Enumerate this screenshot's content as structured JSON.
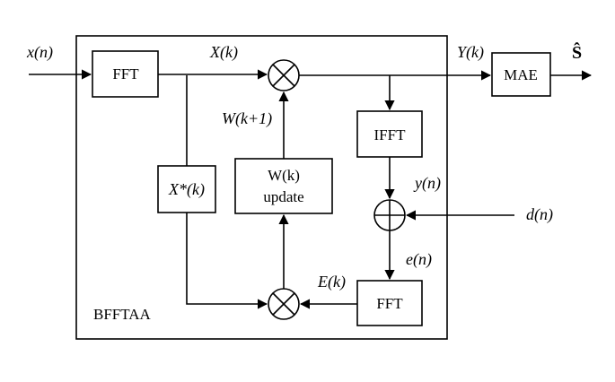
{
  "diagram": {
    "system_label": "BFFTAA",
    "blocks": {
      "fft_in": "FFT",
      "ifft": "IFFT",
      "fft_err": "FFT",
      "mae": "MAE",
      "wk_line1": "W(k)",
      "wk_line2": "update"
    },
    "signals": {
      "x_n": "x(n)",
      "X_k": "X(k)",
      "Y_k": "Y(k)",
      "S_hat": "Ŝ",
      "W_k1": "W(k+1)",
      "X_star_k": "X*(k)",
      "y_n": "y(n)",
      "d_n": "d(n)",
      "e_n": "e(n)",
      "E_k": "E(k)"
    }
  }
}
